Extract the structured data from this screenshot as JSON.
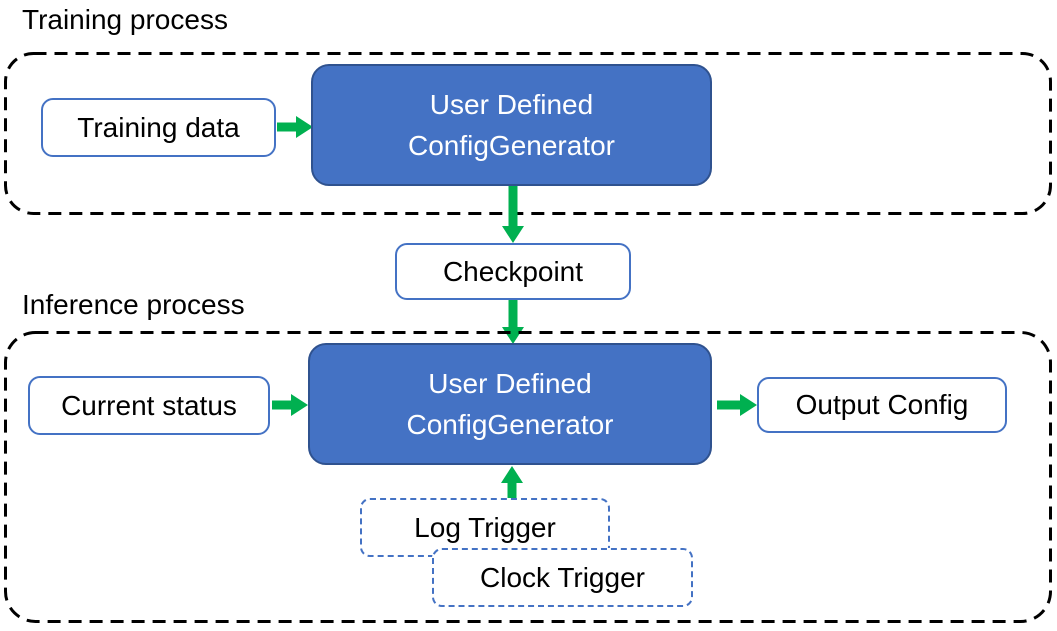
{
  "colors": {
    "generator_fill": "#4472c4",
    "generator_border": "#2f528f",
    "box_outline": "#4472c4",
    "trigger_outline": "#4472c4",
    "arrow_green": "#00b050",
    "container_dash": "#000000",
    "text_dark": "#000000",
    "generator_text": "#ffffff",
    "background": "#ffffff"
  },
  "training_section": {
    "label": "Training process",
    "training_data": "Training data",
    "generator_line1": "User Defined",
    "generator_line2": "ConfigGenerator"
  },
  "checkpoint": "Checkpoint",
  "inference_section": {
    "label": "Inference process",
    "current_status": "Current status",
    "generator_line1": "User Defined",
    "generator_line2": "ConfigGenerator",
    "output_config": "Output Config",
    "log_trigger": "Log Trigger",
    "clock_trigger": "Clock Trigger"
  }
}
